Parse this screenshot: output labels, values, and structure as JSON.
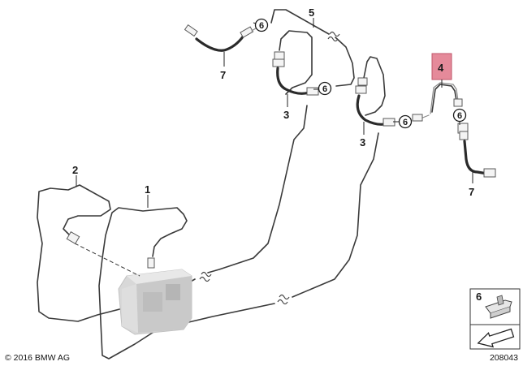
{
  "diagram": {
    "labels": {
      "p1": "1",
      "p2": "2",
      "p3a": "3",
      "p3b": "3",
      "p4": "4",
      "p5": "5",
      "p7a": "7",
      "p7b": "7"
    },
    "circle_labels": {
      "c6a": "6",
      "c6b": "6",
      "c6c": "6",
      "c6d": "6"
    },
    "legend": {
      "label": "6"
    },
    "highlight_color": "#e58a9a",
    "footer": {
      "copyright": "© 2016 BMW AG",
      "diagram_number": "208043"
    }
  }
}
